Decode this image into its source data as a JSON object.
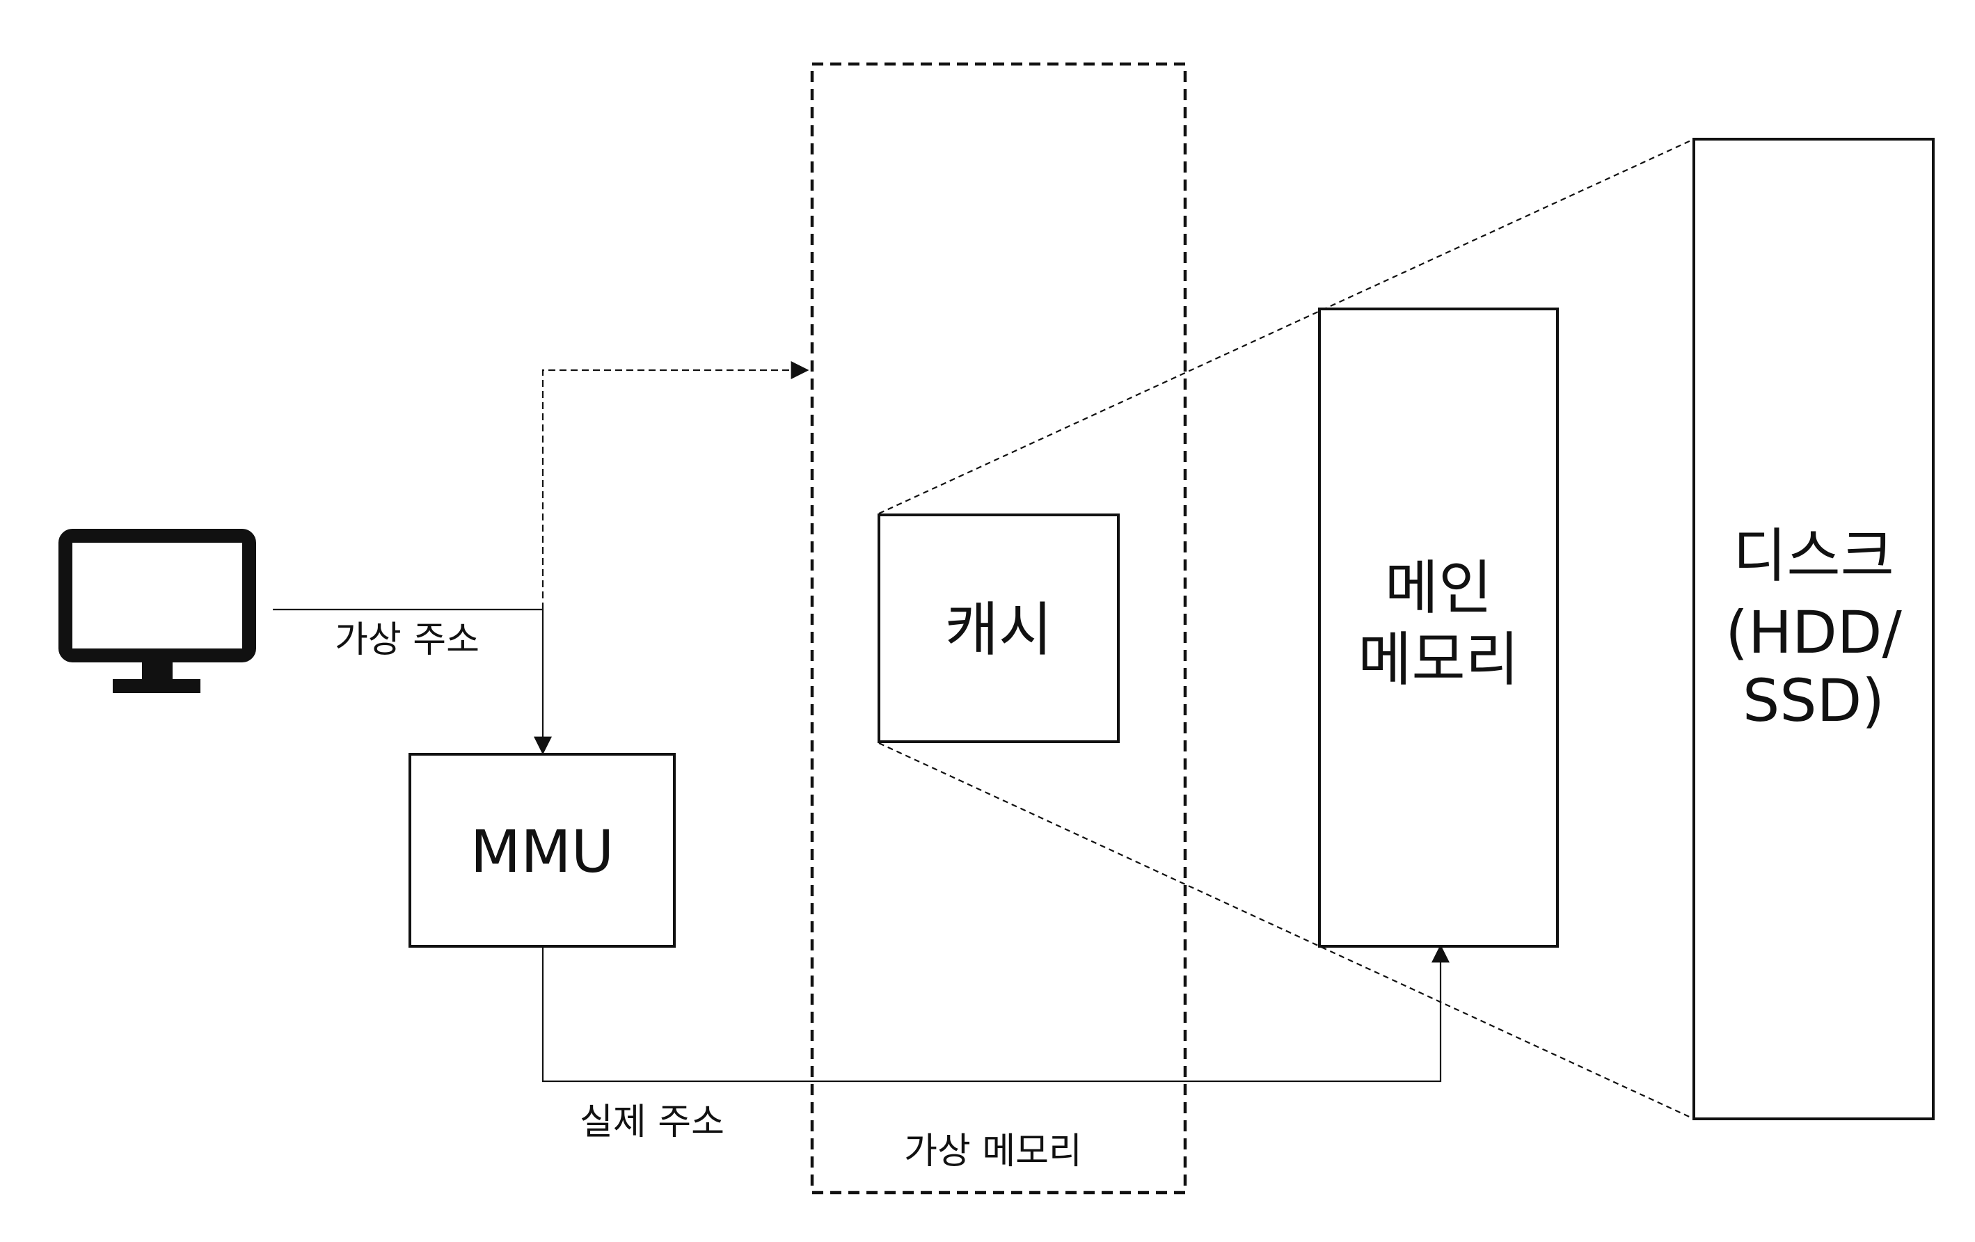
{
  "labels": {
    "virtual_address": "가상 주소",
    "physical_address": "실제 주소",
    "mmu": "MMU",
    "cache": "캐시",
    "main_memory_line1": "메인",
    "main_memory_line2": "메모리",
    "disk_line1": "디스크",
    "disk_line2": "(HDD/",
    "disk_line3": "SSD)",
    "virtual_memory": "가상 메모리"
  },
  "icons": {
    "computer": "monitor-icon"
  },
  "colors": {
    "stroke": "#111111",
    "background": "#ffffff"
  }
}
